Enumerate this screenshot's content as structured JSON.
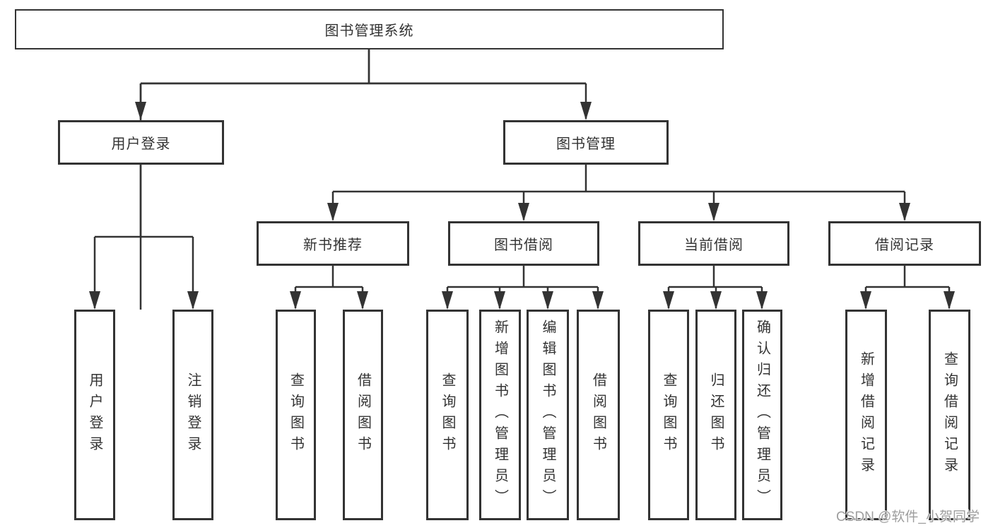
{
  "tree": {
    "root": {
      "label": "图书管理系统"
    },
    "branches": [
      {
        "label": "用户登录",
        "leaves": [
          "用户登录",
          "注销登录"
        ]
      },
      {
        "label": "图书管理",
        "groups": [
          {
            "label": "新书推荐",
            "leaves": [
              "查询图书",
              "借阅图书"
            ]
          },
          {
            "label": "图书借阅",
            "leaves": [
              "查询图书",
              "新增图书（管理员）",
              "编辑图书（管理员）",
              "借阅图书"
            ]
          },
          {
            "label": "当前借阅",
            "leaves": [
              "查询图书",
              "归还图书",
              "确认归还（管理员）"
            ]
          },
          {
            "label": "借阅记录",
            "leaves": [
              "新增借阅记录",
              "查询借阅记录"
            ]
          }
        ]
      }
    ]
  },
  "watermark": {
    "text": "CSDN @软件_小贺同学"
  },
  "colors": {
    "line": "#333333",
    "box_border": "#333333",
    "box_fill": "#ffffff",
    "text": "#333333",
    "watermark": "#9e9e9e",
    "background": "#ffffff"
  }
}
